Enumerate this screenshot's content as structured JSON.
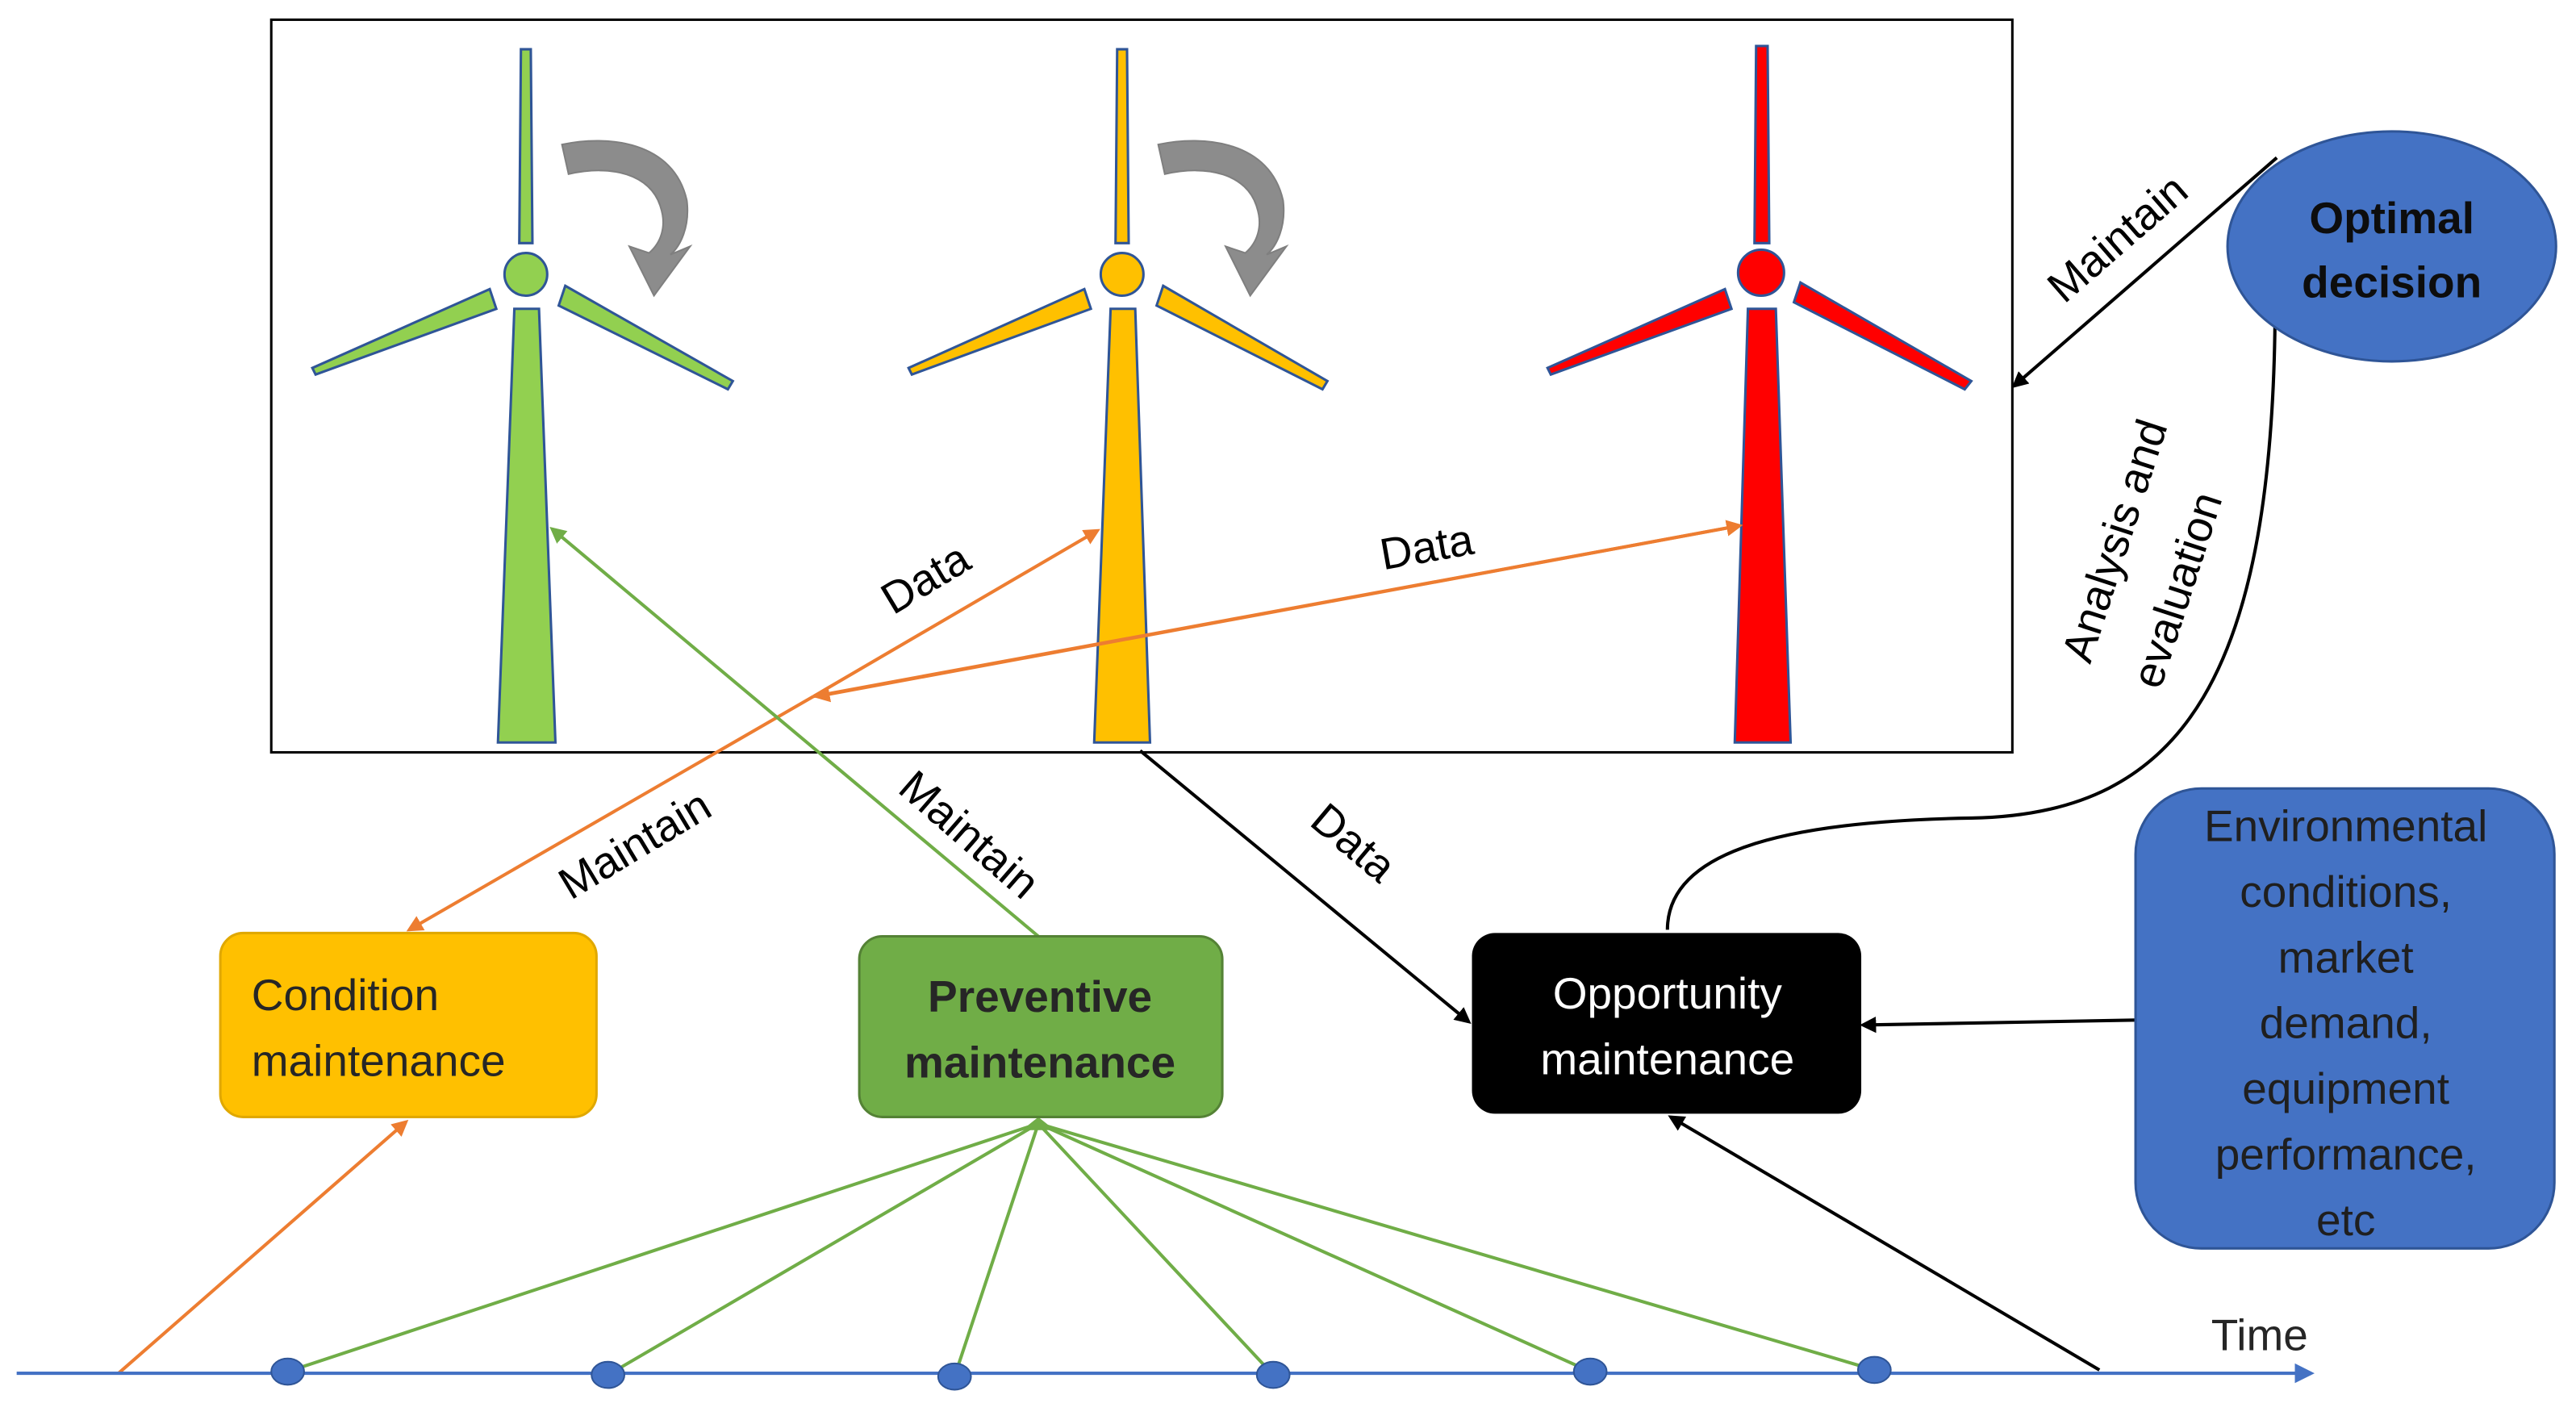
{
  "labels": {
    "data_1": "Data",
    "data_2": "Data",
    "data_3": "Data",
    "maintain_orange": "Maintain",
    "maintain_green": "Maintain",
    "maintain_top": "Maintain",
    "analysis_line1": "Analysis and",
    "analysis_line2": "evaluation",
    "time": "Time"
  },
  "boxes": {
    "condition": {
      "line1": "Condition",
      "line2": "maintenance"
    },
    "preventive": {
      "line1": "Preventive",
      "line2": "maintenance"
    },
    "opportunity": {
      "line1": "Opportunity",
      "line2": "maintenance"
    },
    "environment": {
      "line1": "Environmental",
      "line2": "conditions,",
      "line3": "market",
      "line4": "demand,",
      "line5": "equipment",
      "line6": "performance,",
      "line7": "etc"
    },
    "optimal": {
      "line1": "Optimal",
      "line2": "decision"
    }
  },
  "colors": {
    "turbine_healthy": "#92d050",
    "turbine_warning": "#ffc000",
    "turbine_failure": "#ff0000",
    "condition_box": "#ffc000",
    "preventive_box": "#70ad47",
    "opportunity_box": "#000000",
    "environment_box": "#4472c4",
    "optimal_ellipse": "#4472c4",
    "timeline": "#4472c4",
    "arrow_orange": "#ed7d31",
    "arrow_green": "#70ad47",
    "rotation_arrow": "#8c8c8c"
  },
  "icons": [
    "rotation-arrow-icon",
    "wind-turbine-icon"
  ]
}
